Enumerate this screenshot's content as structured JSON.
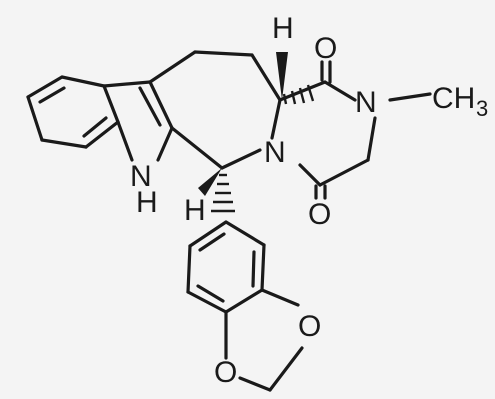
{
  "structure": {
    "atoms": {
      "h_top": "H",
      "o_top": "O",
      "n_methyl": "N",
      "methyl": "CH",
      "methyl_sub": "3",
      "n_ring": "N",
      "o_bottom": "O",
      "nh_n": "N",
      "nh_h": "H",
      "h_left": "H",
      "o_dioxole_1": "O",
      "o_dioxole_2": "O"
    }
  }
}
